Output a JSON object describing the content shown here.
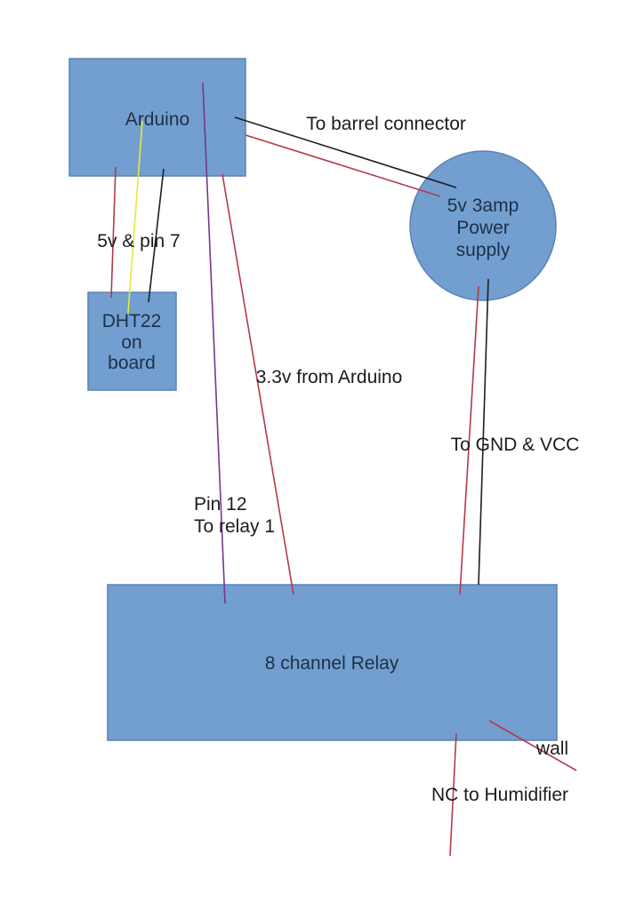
{
  "diagram": {
    "nodes": {
      "arduino": {
        "label": "Arduino"
      },
      "power_supply": {
        "lines": [
          "5v 3amp",
          "Power",
          "supply"
        ]
      },
      "dht22": {
        "lines": [
          "DHT22",
          "on",
          "board"
        ]
      },
      "relay": {
        "label": "8 channel Relay"
      }
    },
    "labels": {
      "barrel_connector": "To barrel connector",
      "five_v_and_pin7": "5v & pin 7",
      "three_point_three_v": "3.3v from Arduino",
      "pin12_line1": "Pin 12",
      "pin12_line2": "To relay 1",
      "gnd_vcc": "To GND & VCC",
      "wall": "wall",
      "nc_humidifier": "NC to Humidifier"
    },
    "colors": {
      "node_fill": "#729fcf",
      "node_border": "#5a82b4",
      "node_text": "#1e3048",
      "label_text": "#1c1c1c",
      "wire_black": "#1f1f1f",
      "wire_red": "#b43a4b",
      "wire_yellow": "#e4e93c",
      "wire_purple": "#7a3490"
    }
  }
}
